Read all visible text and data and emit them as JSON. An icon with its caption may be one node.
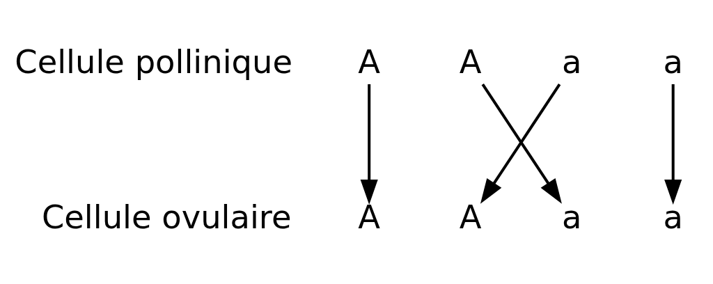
{
  "diagram": {
    "nodes": [
      {
        "text": [
          "A"
        ]
      },
      {
        "text": [
          "A"
        ]
      },
      {
        "text": [
          "a"
        ]
      },
      {
        "text": [
          "a"
        ]
      },
      {
        "text": [
          "A"
        ]
      },
      {
        "text": [
          "A"
        ]
      },
      {
        "text": [
          "a"
        ]
      },
      {
        "text": [
          "a"
        ]
      }
    ],
    "edges": [
      {
        "from": 0,
        "to": 4,
        "arrow": "to"
      },
      {
        "from": 1,
        "to": 6,
        "arrow": "to"
      },
      {
        "from": 2,
        "to": 5,
        "arrow": "to"
      },
      {
        "from": 3,
        "to": 7,
        "arrow": "to"
      }
    ],
    "labels": [
      "Cellule pollinique",
      "Cellule ovulaire"
    ]
  }
}
